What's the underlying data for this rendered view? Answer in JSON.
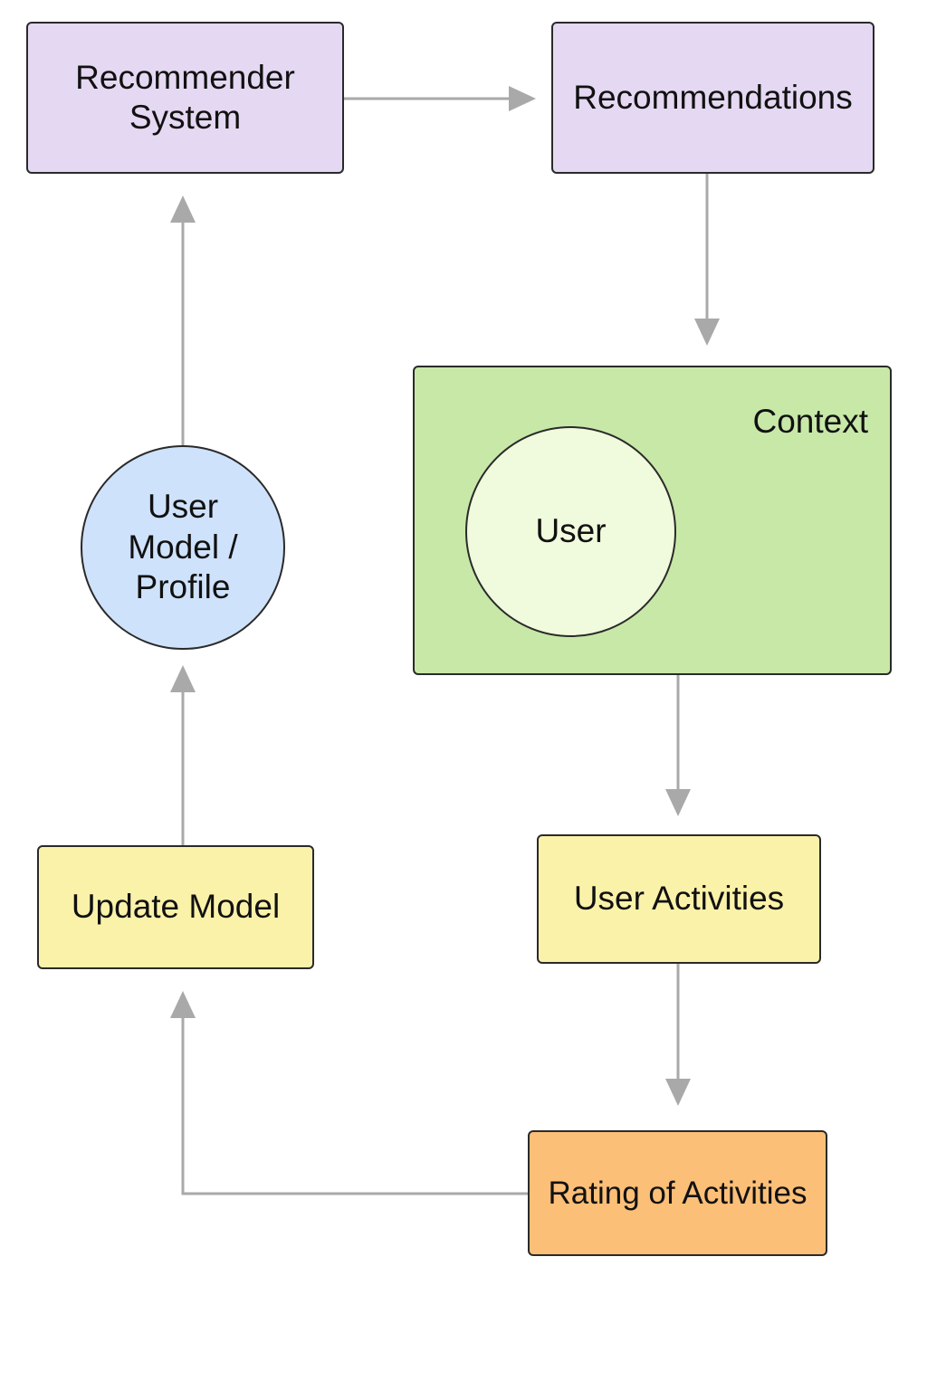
{
  "nodes": {
    "recommender_system": {
      "label": "Recommender\nSystem",
      "color": "#e5d8f2"
    },
    "recommendations": {
      "label": "Recommendations",
      "color": "#e5d8f2"
    },
    "context": {
      "label": "Context",
      "color": "#c8e8a8"
    },
    "user": {
      "label": "User",
      "color": "#f0fadc"
    },
    "user_model": {
      "label": "User\nModel /\nProfile",
      "color": "#cfe2fb"
    },
    "update_model": {
      "label": "Update Model",
      "color": "#fbf2aa"
    },
    "user_activities": {
      "label": "User Activities",
      "color": "#fbf2aa"
    },
    "rating": {
      "label": "Rating of Activities",
      "color": "#fbbf78"
    }
  },
  "edges": [
    {
      "from": "recommender_system",
      "to": "recommendations"
    },
    {
      "from": "recommendations",
      "to": "context"
    },
    {
      "from": "context",
      "to": "user_activities"
    },
    {
      "from": "user_activities",
      "to": "rating"
    },
    {
      "from": "rating",
      "to": "update_model"
    },
    {
      "from": "update_model",
      "to": "user_model"
    },
    {
      "from": "user_model",
      "to": "recommender_system"
    }
  ],
  "colors": {
    "arrow": "#a9a9a9",
    "border": "#2a2a2a"
  }
}
